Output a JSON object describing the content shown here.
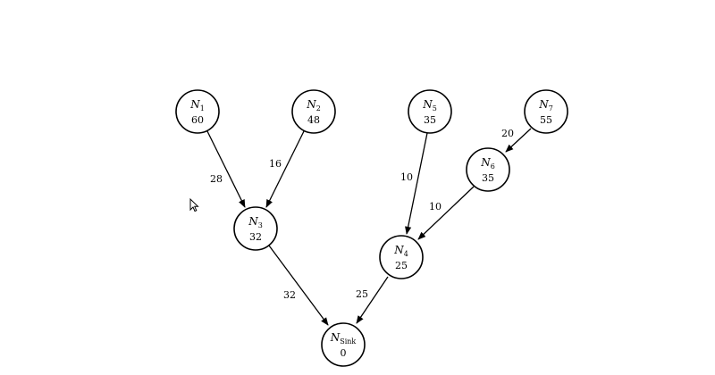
{
  "nodes": {
    "n1": {
      "base": "N",
      "sub": "1",
      "value": "60"
    },
    "n2": {
      "base": "N",
      "sub": "2",
      "value": "48"
    },
    "n3": {
      "base": "N",
      "sub": "3",
      "value": "32"
    },
    "n4": {
      "base": "N",
      "sub": "4",
      "value": "25"
    },
    "n5": {
      "base": "N",
      "sub": "5",
      "value": "35"
    },
    "n6": {
      "base": "N",
      "sub": "6",
      "value": "35"
    },
    "n7": {
      "base": "N",
      "sub": "7",
      "value": "55"
    },
    "sink": {
      "base": "N",
      "sub": "Sink",
      "value": "0"
    }
  },
  "edges": {
    "n1_n3": "28",
    "n2_n3": "16",
    "n3_sink": "32",
    "n5_n4": "10",
    "n7_n6": "20",
    "n6_n4": "10",
    "n4_sink": "25"
  },
  "icons": {
    "cursor": "mouse-pointer-icon"
  }
}
